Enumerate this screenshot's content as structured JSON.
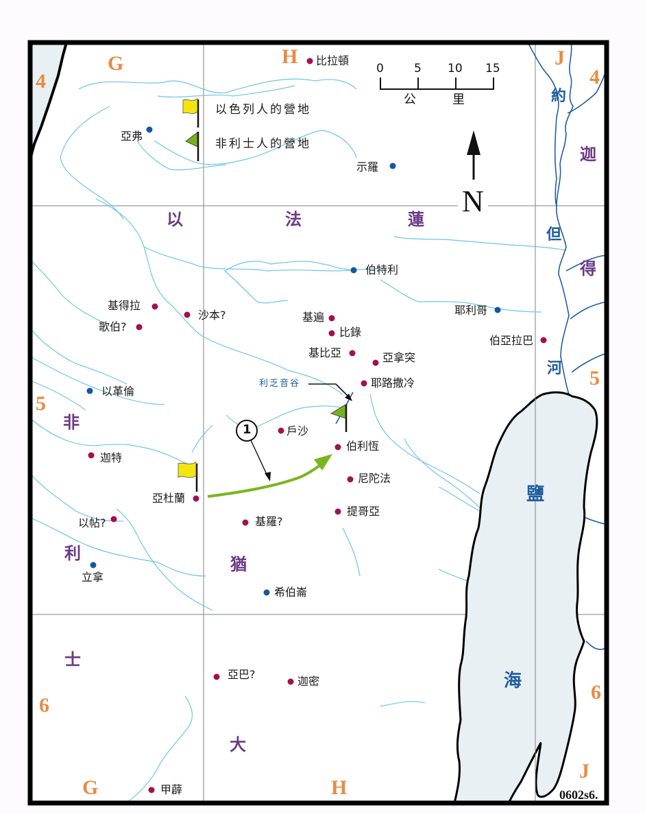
{
  "map": {
    "code": "0602s6.",
    "colors": {
      "frame": "#000000",
      "river_light": "#6cc5e6",
      "river_dark": "#1f5ea0",
      "sea_fill": "#e9f0f4",
      "grid_line": "#808080",
      "town_red": "#a3104f",
      "town_blue": "#1358a0",
      "region_purple": "#6b3a86",
      "grid_orange": "#ea8a42",
      "israel_flag": "#f5e50f",
      "philistine_flag": "#78b01c",
      "route_green": "#7ab51d"
    },
    "grid": {
      "columns": [
        "G",
        "H",
        "J"
      ],
      "rows": [
        "4",
        "5",
        "6"
      ],
      "top_labels": [
        {
          "text": "G"
        },
        {
          "text": "H"
        },
        {
          "text": "J"
        }
      ],
      "bottom_labels": [
        {
          "text": "G"
        },
        {
          "text": "H"
        },
        {
          "text": "J"
        }
      ],
      "left_labels": [
        {
          "text": "4"
        },
        {
          "text": "5"
        },
        {
          "text": "6"
        }
      ],
      "right_labels": [
        {
          "text": "4"
        },
        {
          "text": "5"
        },
        {
          "text": "6"
        }
      ]
    },
    "scale": {
      "ticks": [
        "0",
        "5",
        "10",
        "15"
      ],
      "unit_chars": [
        "公",
        "里"
      ]
    },
    "north_label": "N",
    "legend": {
      "israel_camp": "以色列人的營地",
      "philistine_camp": "非利士人的營地"
    },
    "regions": {
      "ephraim": [
        "以",
        "法",
        "蓮"
      ],
      "gilead": [
        "迦",
        "得"
      ],
      "philistia": [
        "非",
        "利",
        "士"
      ],
      "judah": [
        "猶",
        "大"
      ]
    },
    "water": {
      "jordan": [
        "約",
        "但",
        "河"
      ],
      "dead_sea": [
        "鹽",
        "海"
      ]
    },
    "valley_label": "利乏音谷",
    "route_marker": "1",
    "towns": [
      {
        "name": "比拉頓",
        "type": "red"
      },
      {
        "name": "亞弗",
        "type": "blue"
      },
      {
        "name": "示羅",
        "type": "blue"
      },
      {
        "name": "伯特利",
        "type": "blue"
      },
      {
        "name": "基得拉",
        "type": "red"
      },
      {
        "name": "沙本?",
        "type": "red"
      },
      {
        "name": "歌伯?",
        "type": "red"
      },
      {
        "name": "基遍",
        "type": "red"
      },
      {
        "name": "比錄",
        "type": "red"
      },
      {
        "name": "耶利哥",
        "type": "blue"
      },
      {
        "name": "伯亞拉巴",
        "type": "red"
      },
      {
        "name": "基比亞",
        "type": "red"
      },
      {
        "name": "亞拿突",
        "type": "red"
      },
      {
        "name": "耶路撒冷",
        "type": "red"
      },
      {
        "name": "以革倫",
        "type": "blue"
      },
      {
        "name": "戶沙",
        "type": "red"
      },
      {
        "name": "伯利恆",
        "type": "red"
      },
      {
        "name": "迦特",
        "type": "red"
      },
      {
        "name": "尼陀法",
        "type": "red"
      },
      {
        "name": "亞杜蘭",
        "type": "red"
      },
      {
        "name": "提哥亞",
        "type": "red"
      },
      {
        "name": "以帖?",
        "type": "red"
      },
      {
        "name": "基羅?",
        "type": "red"
      },
      {
        "name": "立拿",
        "type": "blue"
      },
      {
        "name": "希伯崙",
        "type": "blue"
      },
      {
        "name": "亞巴?",
        "type": "red"
      },
      {
        "name": "迦密",
        "type": "red"
      },
      {
        "name": "甲薜",
        "type": "red"
      }
    ]
  }
}
